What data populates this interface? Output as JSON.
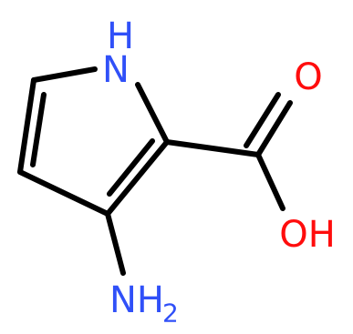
{
  "colors": {
    "bond": "#000000",
    "nitrogen": "#3050f8",
    "oxygen": "#ff0d0d",
    "background": "#ffffff"
  },
  "atoms": {
    "ring_nh": {
      "element": "N",
      "text": "H",
      "prefix": "N"
    },
    "carbonyl_o": {
      "element": "O",
      "text": "O"
    },
    "hydroxyl": {
      "element": "O",
      "text": "OH"
    },
    "amine": {
      "element": "N",
      "text": "NH",
      "subscript": "2"
    }
  }
}
